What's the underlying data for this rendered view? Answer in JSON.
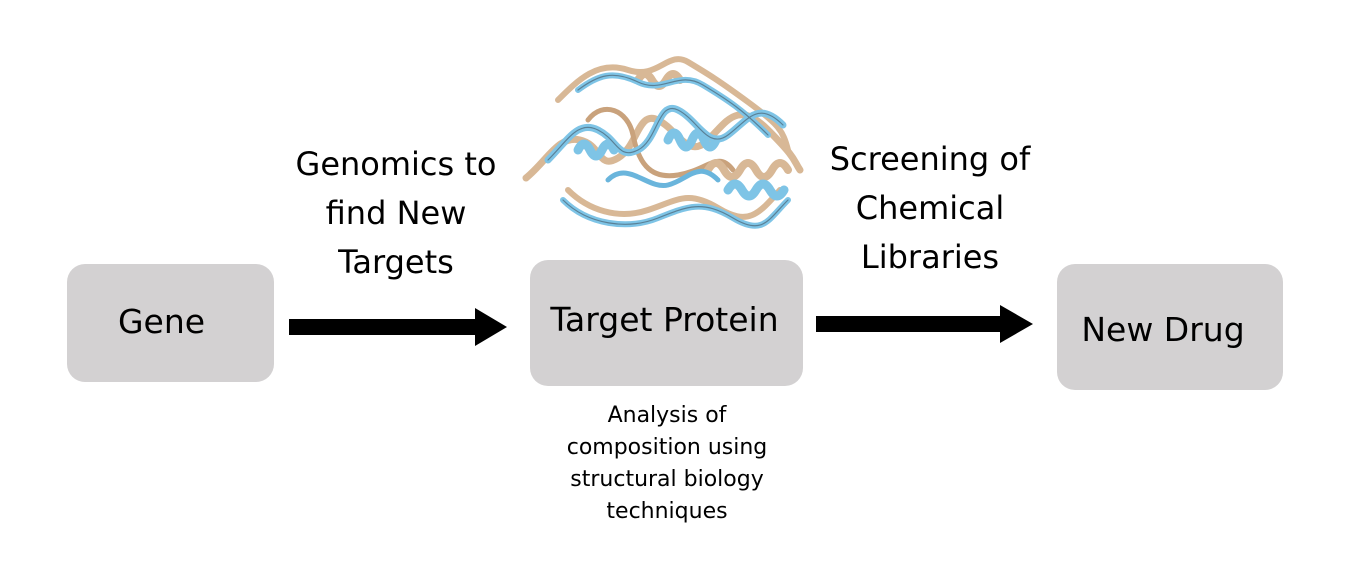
{
  "nodes": {
    "gene": "Gene",
    "target": "Target Protein",
    "drug": "New Drug"
  },
  "edges": {
    "genomics_lines": [
      "Genomics to",
      "find New",
      "Targets"
    ],
    "screening_lines": [
      "Screening of",
      "Chemical",
      "Libraries"
    ]
  },
  "note_lines": [
    "Analysis of",
    "composition using",
    "structural biology",
    "techniques"
  ],
  "colors": {
    "node_fill": "#d3d1d2",
    "arrow": "#000000",
    "ribbon_blue": "#7ec4e6",
    "ribbon_tan": "#d8b896"
  },
  "icons": {
    "protein": "protein-ribbon-structure-image"
  }
}
